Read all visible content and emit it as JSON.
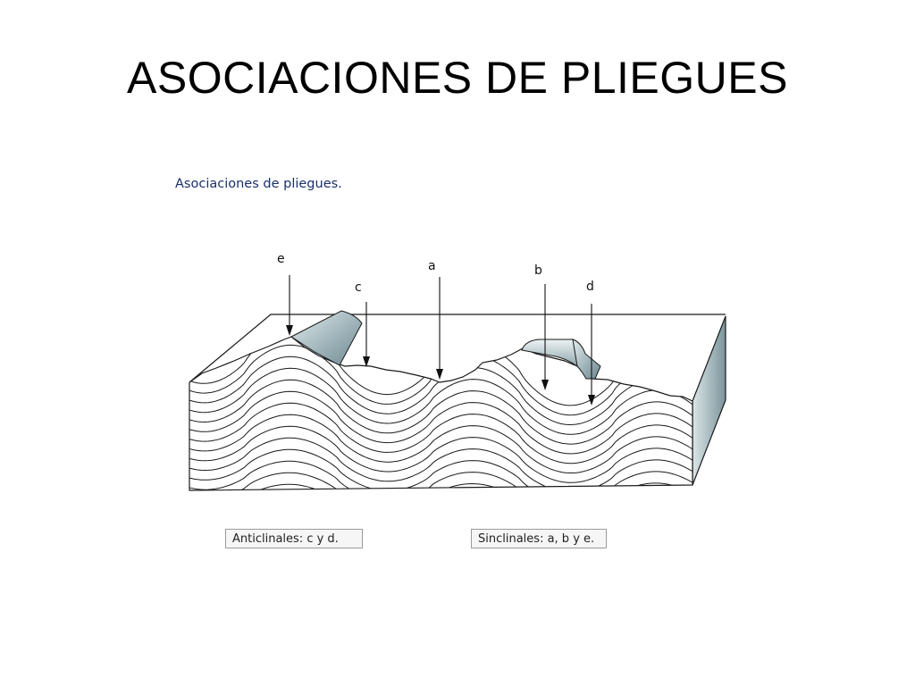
{
  "slide": {
    "title": "ASOCIACIONES DE PLIEGUES"
  },
  "figure": {
    "caption": "Asociaciones de pliegues.",
    "labels": [
      "e",
      "c",
      "a",
      "b",
      "d"
    ],
    "legend": {
      "anticlinal": "Anticlinales: c y d.",
      "sinclinal": "Sinclinales: a, b y e."
    }
  },
  "colors": {
    "caption_text": "#1a2f6a",
    "shaded_surface": "#a6bcc2",
    "line": "#1a1a1a"
  }
}
